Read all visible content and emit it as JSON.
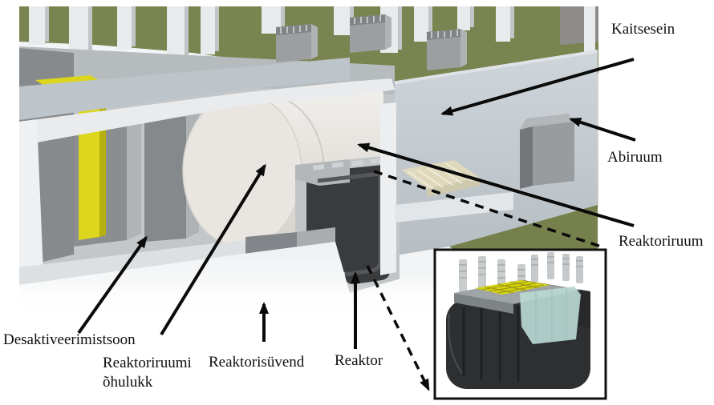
{
  "diagram": {
    "labels": {
      "kaitsesein": "Kaitsesein",
      "abiruum": "Abiruum",
      "reaktoriruum": "Reaktoriruum",
      "desaktiveerimistsoon": "Desaktiveerimistsoon",
      "reaktoriruumi_ohulukk_line1": "Reaktoriruumi",
      "reaktoriruumi_ohulukk_line2": "õhulukk",
      "reaktorisyvend": "Reaktorisüvend",
      "reaktor": "Reaktor"
    },
    "colors": {
      "ground_green": "#7a8450",
      "building_gray": "#c6cdd3",
      "crane_yellow": "#ddd61c",
      "airlock_white": "#e9e6e1",
      "vessel_dark": "#2e2f31",
      "core_yellow": "#d6d313",
      "pool_teal": "#b9d8d3",
      "annotation_black": "#0a0a0a"
    }
  }
}
